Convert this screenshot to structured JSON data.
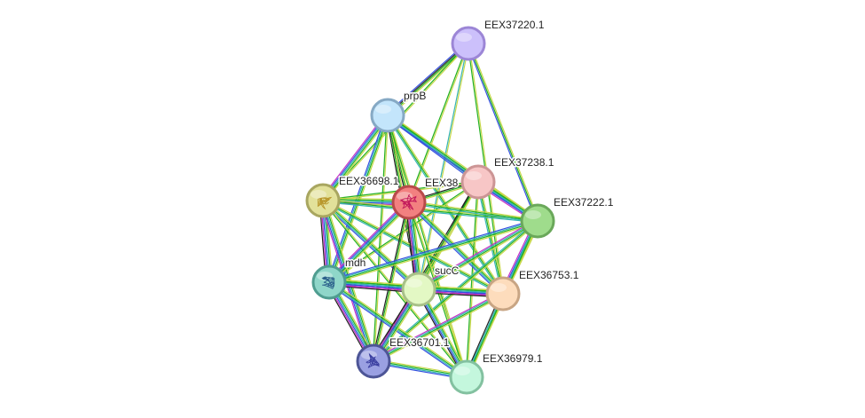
{
  "network": {
    "nodes": [
      {
        "id": "EEX37220.1",
        "label": "EEX37220.1",
        "fill": "#ccc0fb",
        "stroke": "#9c86d6",
        "structure": false
      },
      {
        "id": "prpB",
        "label": "prpB",
        "fill": "#c3e5fb",
        "stroke": "#86a9c4",
        "structure": false
      },
      {
        "id": "EEX37238.1",
        "label": "EEX37238.1",
        "fill": "#f7c6c6",
        "stroke": "#cc9595",
        "structure": false
      },
      {
        "id": "EEX36698.1",
        "label": "EEX36698.1",
        "fill": "#e2e19a",
        "stroke": "#a8a660",
        "structure": true,
        "structure_color": "#b8962a"
      },
      {
        "id": "EEX38",
        "label": "EEX38",
        "fill": "#f28080",
        "stroke": "#b84a4a",
        "structure": true,
        "structure_color": "#c2185b"
      },
      {
        "id": "EEX37222.1",
        "label": "EEX37222.1",
        "fill": "#9fdc8c",
        "stroke": "#6aa85a",
        "structure": false
      },
      {
        "id": "mdh",
        "label": "mdh",
        "fill": "#8fd6c9",
        "stroke": "#4f9d90",
        "structure": true,
        "structure_color": "#2a5f8a"
      },
      {
        "id": "sucC",
        "label": "sucC",
        "fill": "#e3f8c4",
        "stroke": "#a8c088",
        "structure": false
      },
      {
        "id": "EEX36753.1",
        "label": "EEX36753.1",
        "fill": "#fddcbc",
        "stroke": "#c8a584",
        "structure": false
      },
      {
        "id": "EEX36701.1",
        "label": "EEX36701.1",
        "fill": "#9aa0e2",
        "stroke": "#4d5596",
        "structure": true,
        "structure_color": "#3a3ea0"
      },
      {
        "id": "EEX36979.1",
        "label": "EEX36979.1",
        "fill": "#c4f7dd",
        "stroke": "#83c1a0",
        "structure": false
      }
    ],
    "edge_colors": {
      "yellow": "#c8d84a",
      "green": "#22b022",
      "teal": "#36b4b4",
      "blue": "#3450e0",
      "magenta": "#c430c4",
      "black": "#222222",
      "lavender": "#b0a0e8"
    },
    "edges": [
      {
        "source": "EEX37220.1",
        "target": "prpB",
        "channels": [
          "yellow",
          "green",
          "black",
          "blue"
        ]
      },
      {
        "source": "EEX37220.1",
        "target": "EEX36698.1",
        "channels": [
          "yellow",
          "green"
        ]
      },
      {
        "source": "EEX37220.1",
        "target": "EEX38",
        "channels": [
          "yellow",
          "green"
        ]
      },
      {
        "source": "EEX37220.1",
        "target": "EEX37222.1",
        "channels": [
          "yellow",
          "green",
          "blue"
        ]
      },
      {
        "source": "EEX37220.1",
        "target": "sucC",
        "channels": [
          "yellow",
          "teal"
        ]
      },
      {
        "source": "EEX37220.1",
        "target": "EEX36753.1",
        "channels": [
          "yellow",
          "green"
        ]
      },
      {
        "source": "prpB",
        "target": "EEX37238.1",
        "channels": [
          "yellow",
          "green",
          "teal",
          "blue"
        ]
      },
      {
        "source": "prpB",
        "target": "EEX36698.1",
        "channels": [
          "yellow",
          "green",
          "teal",
          "blue",
          "magenta"
        ]
      },
      {
        "source": "prpB",
        "target": "EEX38",
        "channels": [
          "yellow",
          "green",
          "black"
        ]
      },
      {
        "source": "prpB",
        "target": "EEX37222.1",
        "channels": [
          "yellow",
          "green",
          "teal",
          "blue"
        ]
      },
      {
        "source": "prpB",
        "target": "mdh",
        "channels": [
          "yellow",
          "green",
          "teal",
          "blue"
        ]
      },
      {
        "source": "prpB",
        "target": "sucC",
        "channels": [
          "yellow",
          "green",
          "black"
        ]
      },
      {
        "source": "prpB",
        "target": "EEX36753.1",
        "channels": [
          "yellow",
          "green",
          "teal"
        ]
      },
      {
        "source": "prpB",
        "target": "EEX36701.1",
        "channels": [
          "yellow",
          "green"
        ]
      },
      {
        "source": "prpB",
        "target": "EEX36979.1",
        "channels": [
          "yellow",
          "green"
        ]
      },
      {
        "source": "EEX37238.1",
        "target": "EEX36698.1",
        "channels": [
          "yellow",
          "green"
        ]
      },
      {
        "source": "EEX37238.1",
        "target": "EEX38",
        "channels": [
          "yellow",
          "green",
          "black"
        ]
      },
      {
        "source": "EEX37238.1",
        "target": "EEX37222.1",
        "channels": [
          "yellow",
          "green",
          "teal",
          "blue",
          "magenta"
        ]
      },
      {
        "source": "EEX37238.1",
        "target": "mdh",
        "channels": [
          "yellow",
          "green"
        ]
      },
      {
        "source": "EEX37238.1",
        "target": "sucC",
        "channels": [
          "yellow",
          "green",
          "black"
        ]
      },
      {
        "source": "EEX37238.1",
        "target": "EEX36753.1",
        "channels": [
          "yellow",
          "green",
          "teal"
        ]
      },
      {
        "source": "EEX37238.1",
        "target": "EEX36701.1",
        "channels": [
          "yellow",
          "green",
          "black"
        ]
      },
      {
        "source": "EEX37238.1",
        "target": "EEX36979.1",
        "channels": [
          "yellow",
          "green"
        ]
      },
      {
        "source": "EEX36698.1",
        "target": "EEX38",
        "channels": [
          "yellow",
          "green",
          "teal",
          "blue",
          "magenta"
        ]
      },
      {
        "source": "EEX36698.1",
        "target": "EEX37222.1",
        "channels": [
          "yellow",
          "green",
          "teal"
        ]
      },
      {
        "source": "EEX36698.1",
        "target": "mdh",
        "channels": [
          "yellow",
          "green",
          "teal",
          "blue",
          "magenta",
          "black"
        ]
      },
      {
        "source": "EEX36698.1",
        "target": "sucC",
        "channels": [
          "yellow",
          "green",
          "teal",
          "blue"
        ]
      },
      {
        "source": "EEX36698.1",
        "target": "EEX36753.1",
        "channels": [
          "yellow",
          "green",
          "teal"
        ]
      },
      {
        "source": "EEX36698.1",
        "target": "EEX36701.1",
        "channels": [
          "yellow",
          "green",
          "teal",
          "blue",
          "magenta"
        ]
      },
      {
        "source": "EEX36698.1",
        "target": "EEX36979.1",
        "channels": [
          "yellow",
          "green"
        ]
      },
      {
        "source": "EEX38",
        "target": "EEX37222.1",
        "channels": [
          "yellow",
          "green",
          "teal"
        ]
      },
      {
        "source": "EEX38",
        "target": "mdh",
        "channels": [
          "yellow",
          "green",
          "teal",
          "blue",
          "magenta"
        ]
      },
      {
        "source": "EEX38",
        "target": "sucC",
        "channels": [
          "yellow",
          "green",
          "teal",
          "blue",
          "magenta",
          "black"
        ]
      },
      {
        "source": "EEX38",
        "target": "EEX36753.1",
        "channels": [
          "yellow",
          "green",
          "teal",
          "blue"
        ]
      },
      {
        "source": "EEX38",
        "target": "EEX36701.1",
        "channels": [
          "yellow",
          "green",
          "black"
        ]
      },
      {
        "source": "EEX38",
        "target": "EEX36979.1",
        "channels": [
          "yellow",
          "green"
        ]
      },
      {
        "source": "EEX37222.1",
        "target": "mdh",
        "channels": [
          "yellow",
          "green",
          "teal",
          "blue"
        ]
      },
      {
        "source": "EEX37222.1",
        "target": "sucC",
        "channels": [
          "yellow",
          "green",
          "teal",
          "magenta"
        ]
      },
      {
        "source": "EEX37222.1",
        "target": "EEX36753.1",
        "channels": [
          "yellow",
          "green",
          "teal",
          "blue",
          "magenta"
        ]
      },
      {
        "source": "EEX37222.1",
        "target": "EEX36701.1",
        "channels": [
          "yellow",
          "green",
          "teal"
        ]
      },
      {
        "source": "EEX37222.1",
        "target": "EEX36979.1",
        "channels": [
          "yellow",
          "green",
          "teal"
        ]
      },
      {
        "source": "mdh",
        "target": "sucC",
        "channels": [
          "yellow",
          "green",
          "teal",
          "blue",
          "magenta",
          "black"
        ]
      },
      {
        "source": "mdh",
        "target": "EEX36753.1",
        "channels": [
          "yellow",
          "green",
          "teal",
          "blue",
          "magenta"
        ]
      },
      {
        "source": "mdh",
        "target": "EEX36701.1",
        "channels": [
          "yellow",
          "green",
          "teal",
          "blue",
          "magenta",
          "black"
        ]
      },
      {
        "source": "mdh",
        "target": "EEX36979.1",
        "channels": [
          "yellow",
          "green",
          "teal",
          "blue"
        ]
      },
      {
        "source": "sucC",
        "target": "EEX36753.1",
        "channels": [
          "yellow",
          "green",
          "teal",
          "blue",
          "magenta",
          "black"
        ]
      },
      {
        "source": "sucC",
        "target": "EEX36701.1",
        "channels": [
          "yellow",
          "green",
          "teal",
          "blue",
          "magenta",
          "black"
        ]
      },
      {
        "source": "sucC",
        "target": "EEX36979.1",
        "channels": [
          "yellow",
          "green",
          "teal",
          "blue",
          "black"
        ]
      },
      {
        "source": "EEX36753.1",
        "target": "EEX36701.1",
        "channels": [
          "yellow",
          "green",
          "teal",
          "magenta"
        ]
      },
      {
        "source": "EEX36753.1",
        "target": "EEX36979.1",
        "channels": [
          "yellow",
          "green",
          "teal",
          "black"
        ]
      },
      {
        "source": "EEX36701.1",
        "target": "EEX36979.1",
        "channels": [
          "yellow",
          "green",
          "teal",
          "blue"
        ]
      }
    ]
  }
}
